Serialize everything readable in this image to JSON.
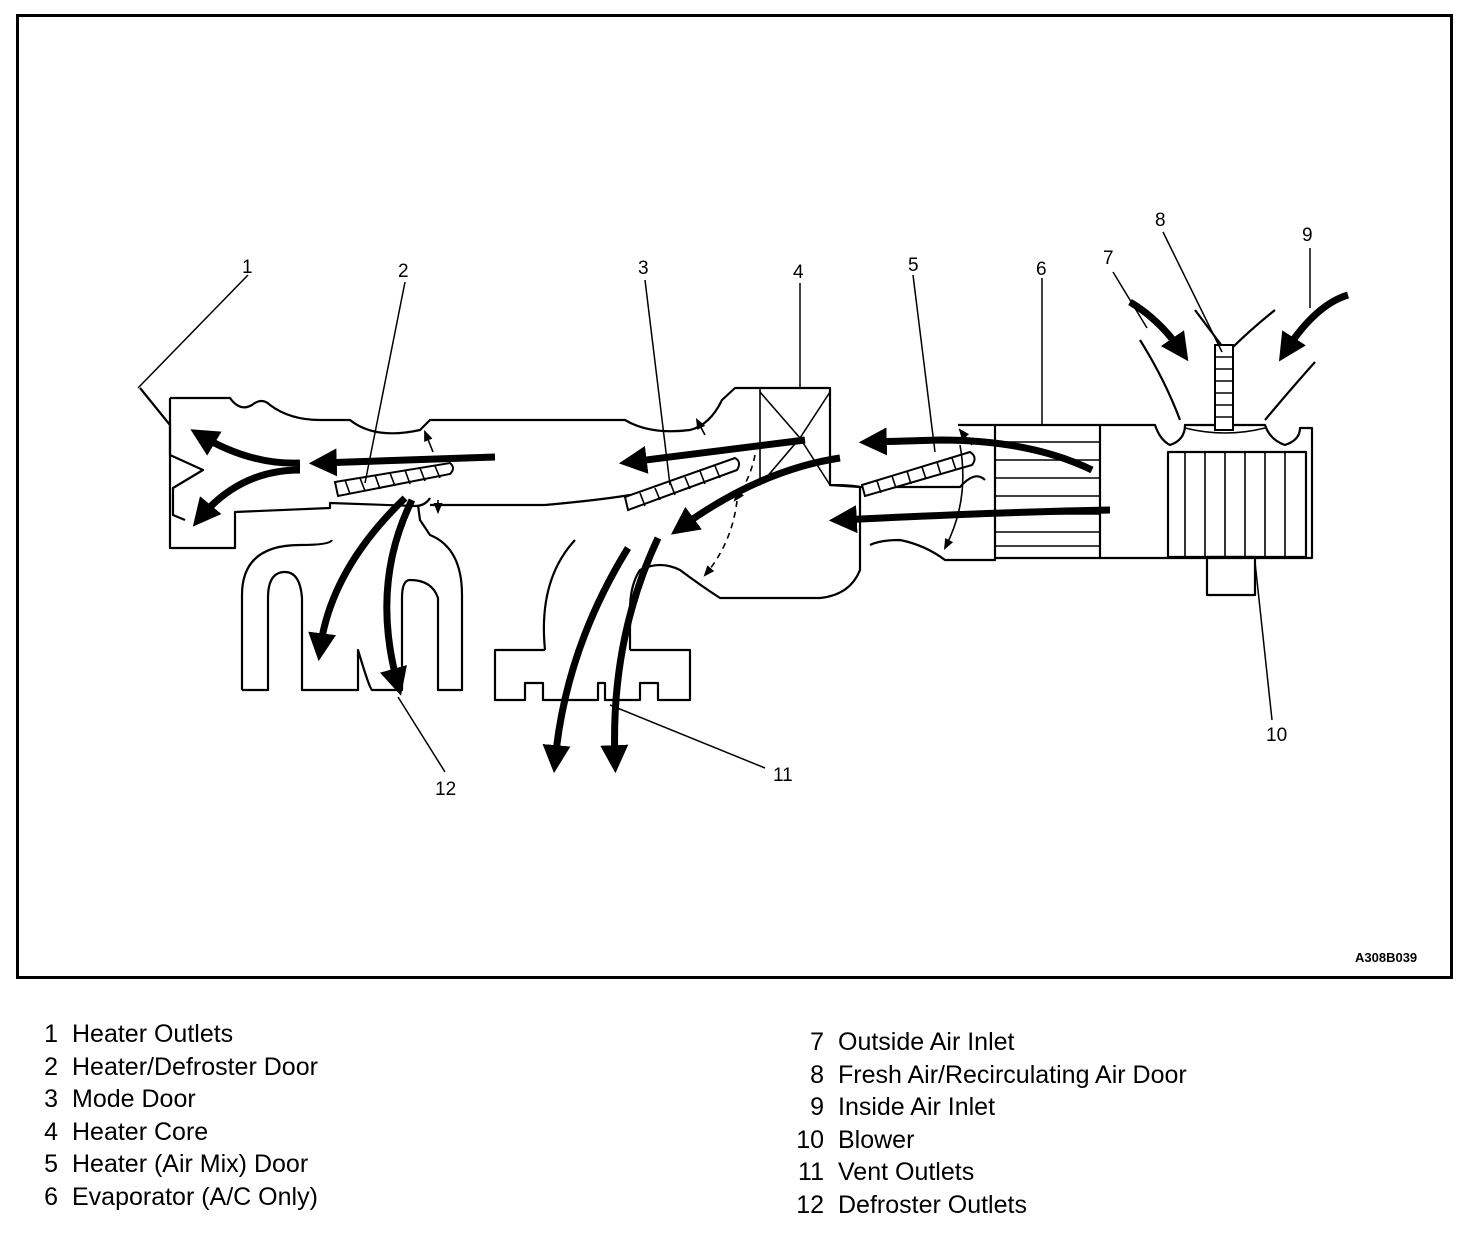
{
  "figure_code": "A308B039",
  "callouts": [
    "1",
    "2",
    "3",
    "4",
    "5",
    "6",
    "7",
    "8",
    "9",
    "10",
    "11",
    "12"
  ],
  "legend": {
    "left": [
      {
        "num": "1",
        "label": "Heater Outlets"
      },
      {
        "num": "2",
        "label": "Heater/Defroster Door"
      },
      {
        "num": "3",
        "label": "Mode Door"
      },
      {
        "num": "4",
        "label": "Heater Core"
      },
      {
        "num": "5",
        "label": "Heater (Air Mix) Door"
      },
      {
        "num": "6",
        "label": "Evaporator (A/C Only)"
      }
    ],
    "right": [
      {
        "num": "7",
        "label": "Outside Air Inlet"
      },
      {
        "num": "8",
        "label": "Fresh Air/Recirculating Air Door"
      },
      {
        "num": "9",
        "label": "Inside Air Inlet"
      },
      {
        "num": "10",
        "label": "Blower"
      },
      {
        "num": "11",
        "label": "Vent Outlets"
      },
      {
        "num": "12",
        "label": "Defroster Outlets"
      }
    ]
  }
}
